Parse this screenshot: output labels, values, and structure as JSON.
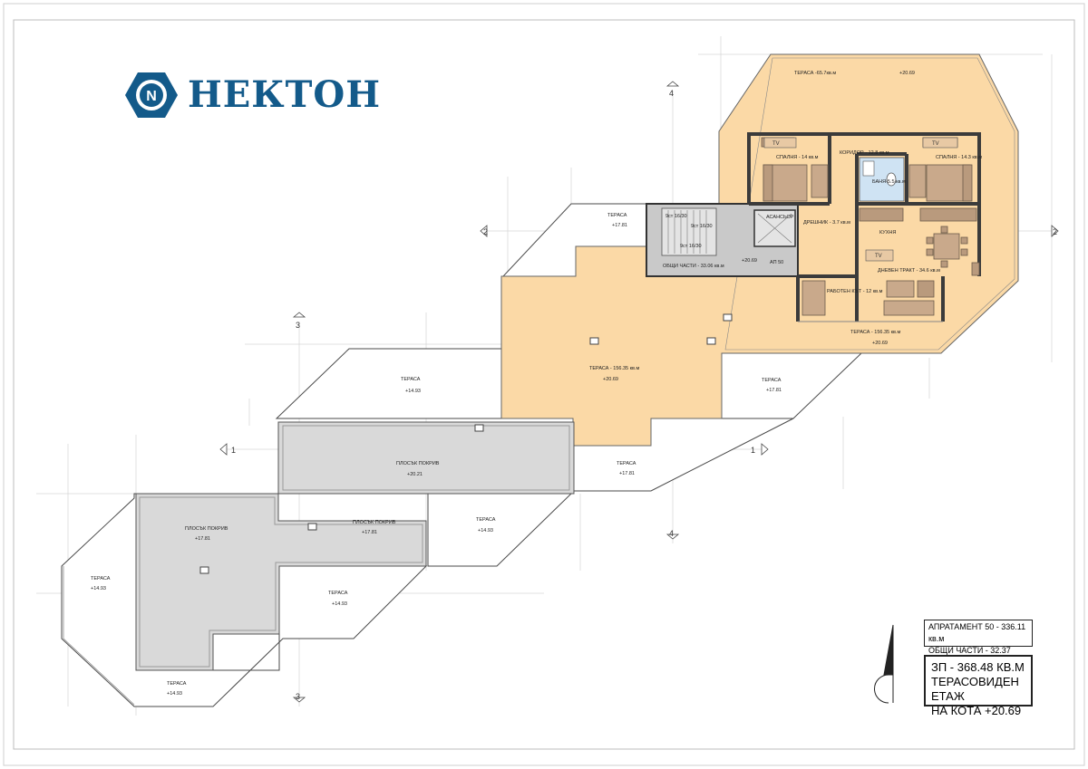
{
  "brand": {
    "name": "НЕКТОН",
    "color": "#135a8a",
    "icon": "hex-nut-logo-icon"
  },
  "colors": {
    "apartment": "#fbd9a6",
    "flat_roof": "#d9d9d9",
    "wall": "#3b3b3b",
    "stair_core": "#c9c9c9",
    "bathroom": "#cfe3f3",
    "grid": "#cfcfcf"
  },
  "grid_axes": {
    "a1": "1",
    "a2": "2",
    "a3": "3",
    "a4": "4"
  },
  "rooms": {
    "terrace_top": "ТЕРАСА -65.7кв.м",
    "level_top": "+20.69",
    "corridor": "КОРИДОР - 12.8 кв.м",
    "bedroom1": "СПАЛНЯ - 14 кв.м",
    "bedroom2": "СПАЛНЯ - 14.3 кв.м",
    "bathroom": "БАНЯ-5.5 кв.м",
    "closet": "ДРЕШНИК - 3.7 кв.м",
    "kitchen": "КУХНЯ",
    "living": "ДНЕВЕН ТРАКТ - 34.6 кв.м",
    "work": "РАБОТЕН КЪТ - 12 кв.м",
    "common": "ОБЩИ ЧАСТИ - 33.06 кв.м",
    "elevator": "АСАНСЬОР",
    "apt": "АП 50",
    "level_common": "+20.69",
    "stair1": "9ст 16/30",
    "stair2": "9ст 16/30",
    "stair3": "9ст 16/30",
    "terrace_right_label": "ТЕРАСА - 156.35 кв.м",
    "level_right": "+20.69",
    "terrace_main": "ТЕРАСА - 156.35 кв.м",
    "level_main": "+20.69",
    "tv1": "TV",
    "tv2": "TV",
    "tv3": "TV"
  },
  "terraces": [
    {
      "label": "ТЕРАСА",
      "level": "+17.81"
    },
    {
      "label": "ТЕРАСА",
      "level": "+14.93"
    },
    {
      "label": "ТЕРАСА",
      "level": "+17.81"
    },
    {
      "label": "ТЕРАСА",
      "level": "+17.81"
    },
    {
      "label": "ТЕРАСА",
      "level": "+14.93"
    },
    {
      "label": "ТЕРАСА",
      "level": "+14.93"
    },
    {
      "label": "ТЕРАСА",
      "level": "+14.93"
    },
    {
      "label": "ТЕРАСА",
      "level": "+14.93"
    }
  ],
  "roofs": [
    {
      "label": "ПЛОСЪК ПОКРИВ",
      "level": "+20.21"
    },
    {
      "label": "ПЛОСЪК ПОКРИВ",
      "level": "+17.81"
    },
    {
      "label": "ПЛОСЪК ПОКРИВ",
      "level": "+17.81"
    }
  ],
  "info": {
    "line1": "АПРАТАМЕНТ  50 - 336.11 кв.м",
    "line2": "ОБЩИ ЧАСТИ - 32.37 кв.м",
    "zp": "ЗП - 368.48 КВ.М",
    "floor": "ТЕРАСОВИДЕН ЕТАЖ",
    "level": "НА КОТА  +20.69"
  },
  "north_arrow": "north-arrow-icon"
}
